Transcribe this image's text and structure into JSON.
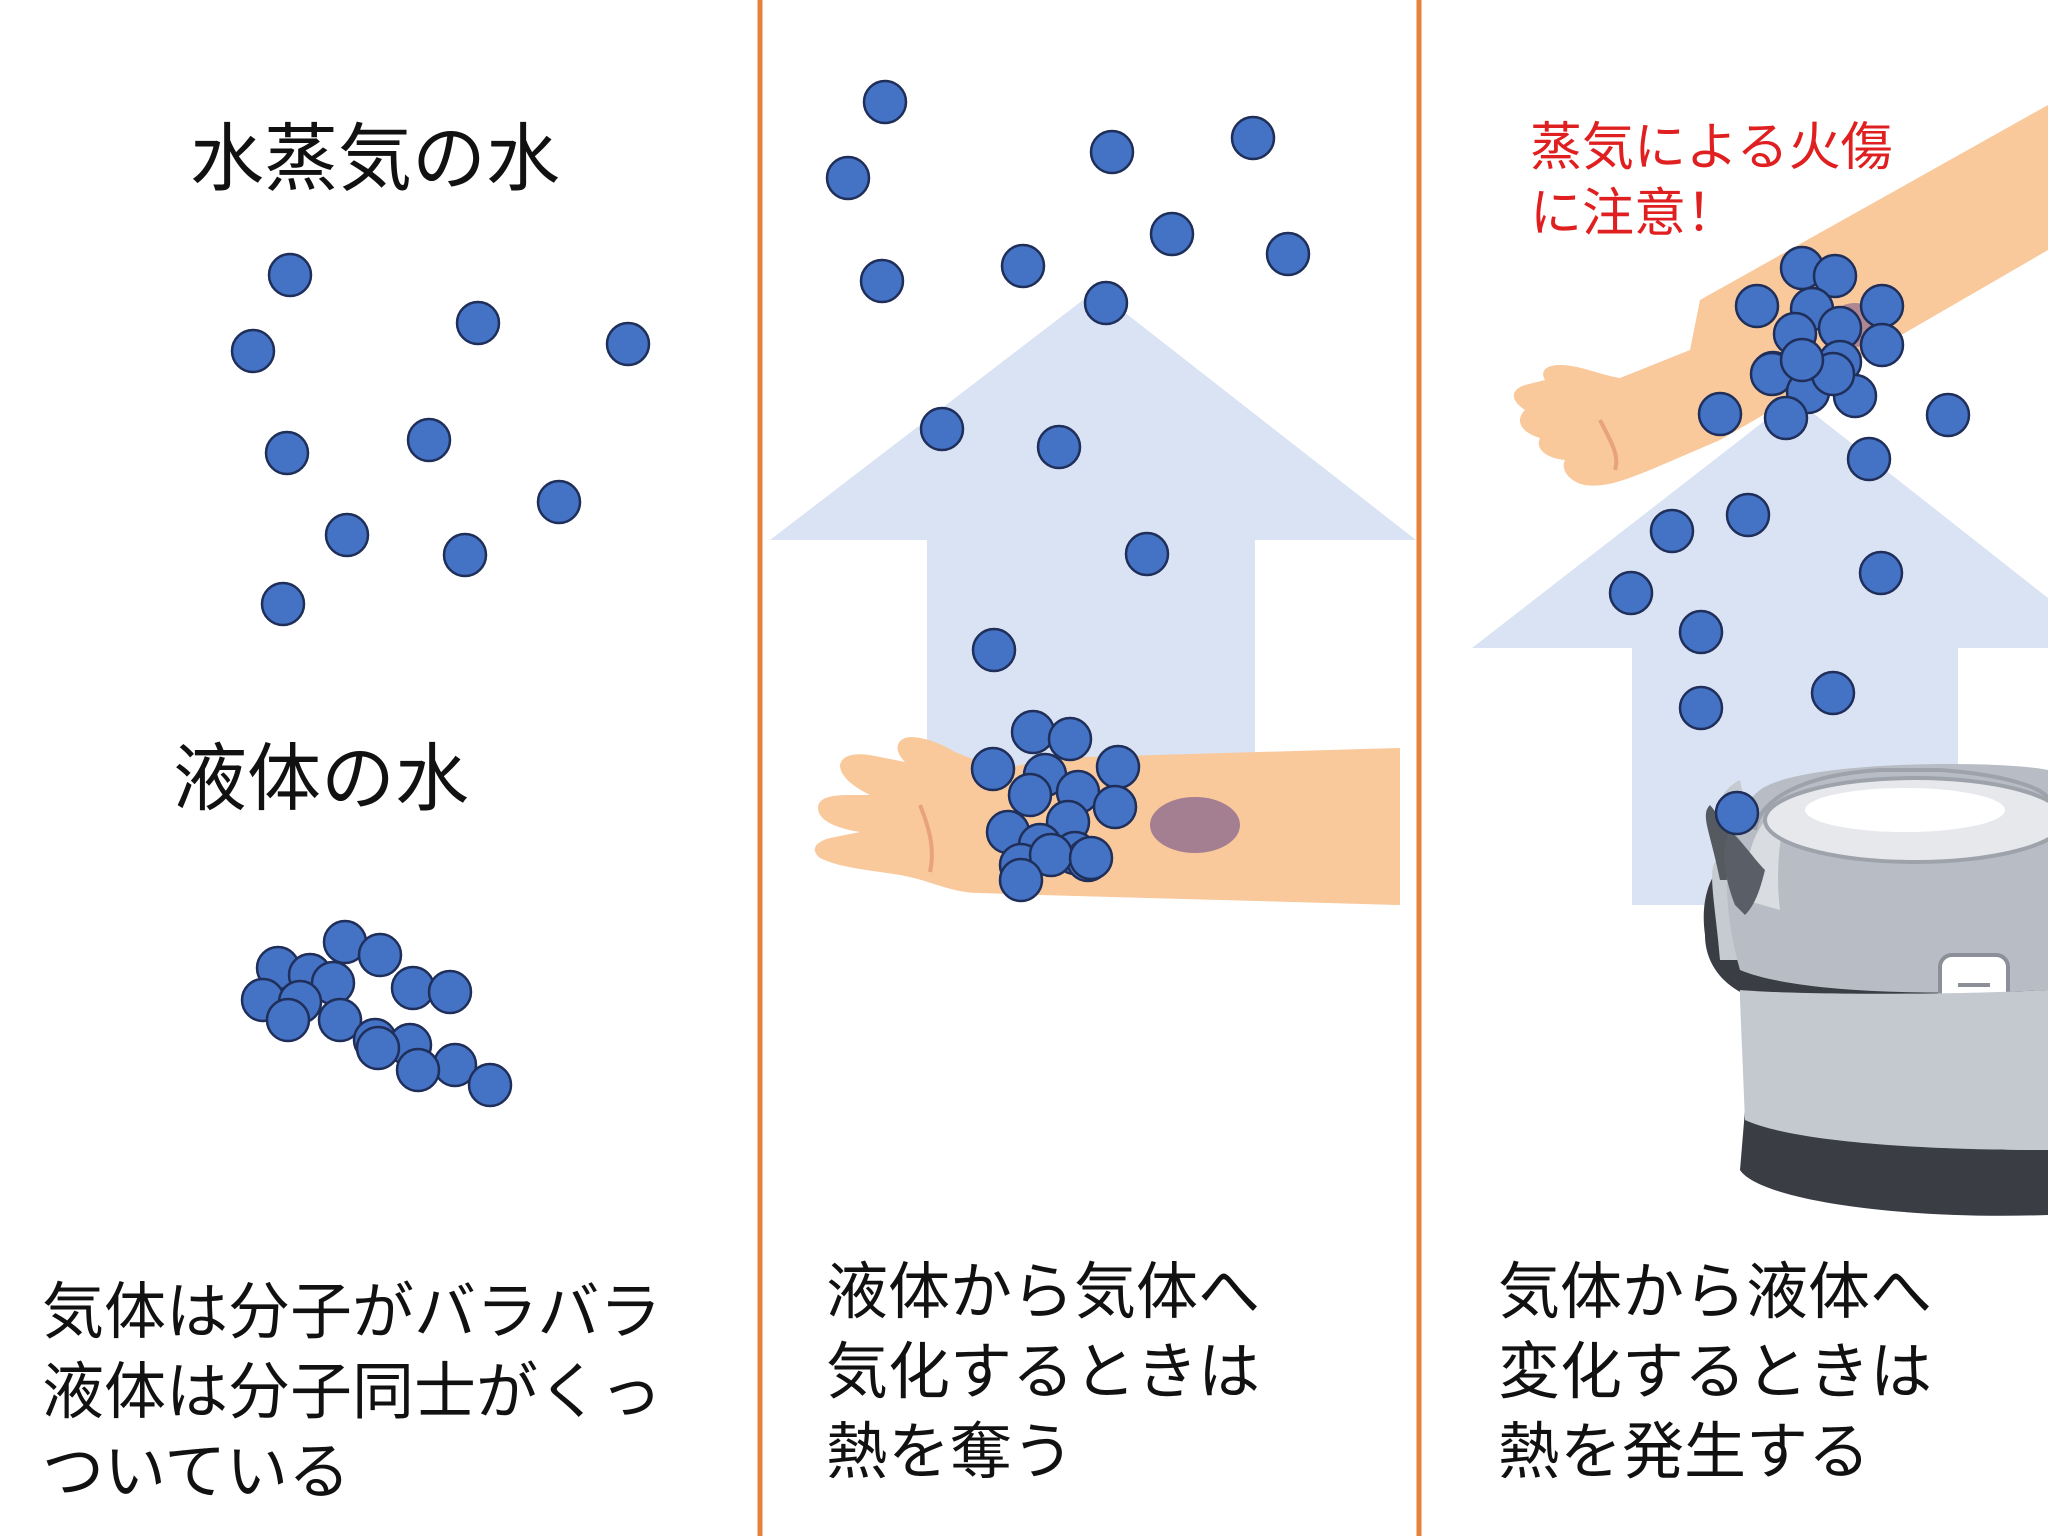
{
  "panel1": {
    "steam_title": "水蒸気の水",
    "liquid_title": "液体の水",
    "caption_lines": [
      "気体は分子がバラバラ",
      "液体は分子同士がくっ",
      "ついている"
    ]
  },
  "panel2": {
    "caption_lines": [
      "液体から気体へ",
      "気化するときは",
      "熱を奪う"
    ]
  },
  "panel3": {
    "warning_lines": [
      "蒸気による火傷",
      "に注意！"
    ],
    "caption_lines": [
      "気体から液体へ",
      "変化するときは",
      "熱を発生する"
    ]
  },
  "colors": {
    "molecule": "#4472c4",
    "divider": "#e8823a",
    "arrow": "#dae3f3",
    "warning_text": "#e02020",
    "skin": "#f9c89b",
    "kettle_body": "#b8bcc4"
  }
}
